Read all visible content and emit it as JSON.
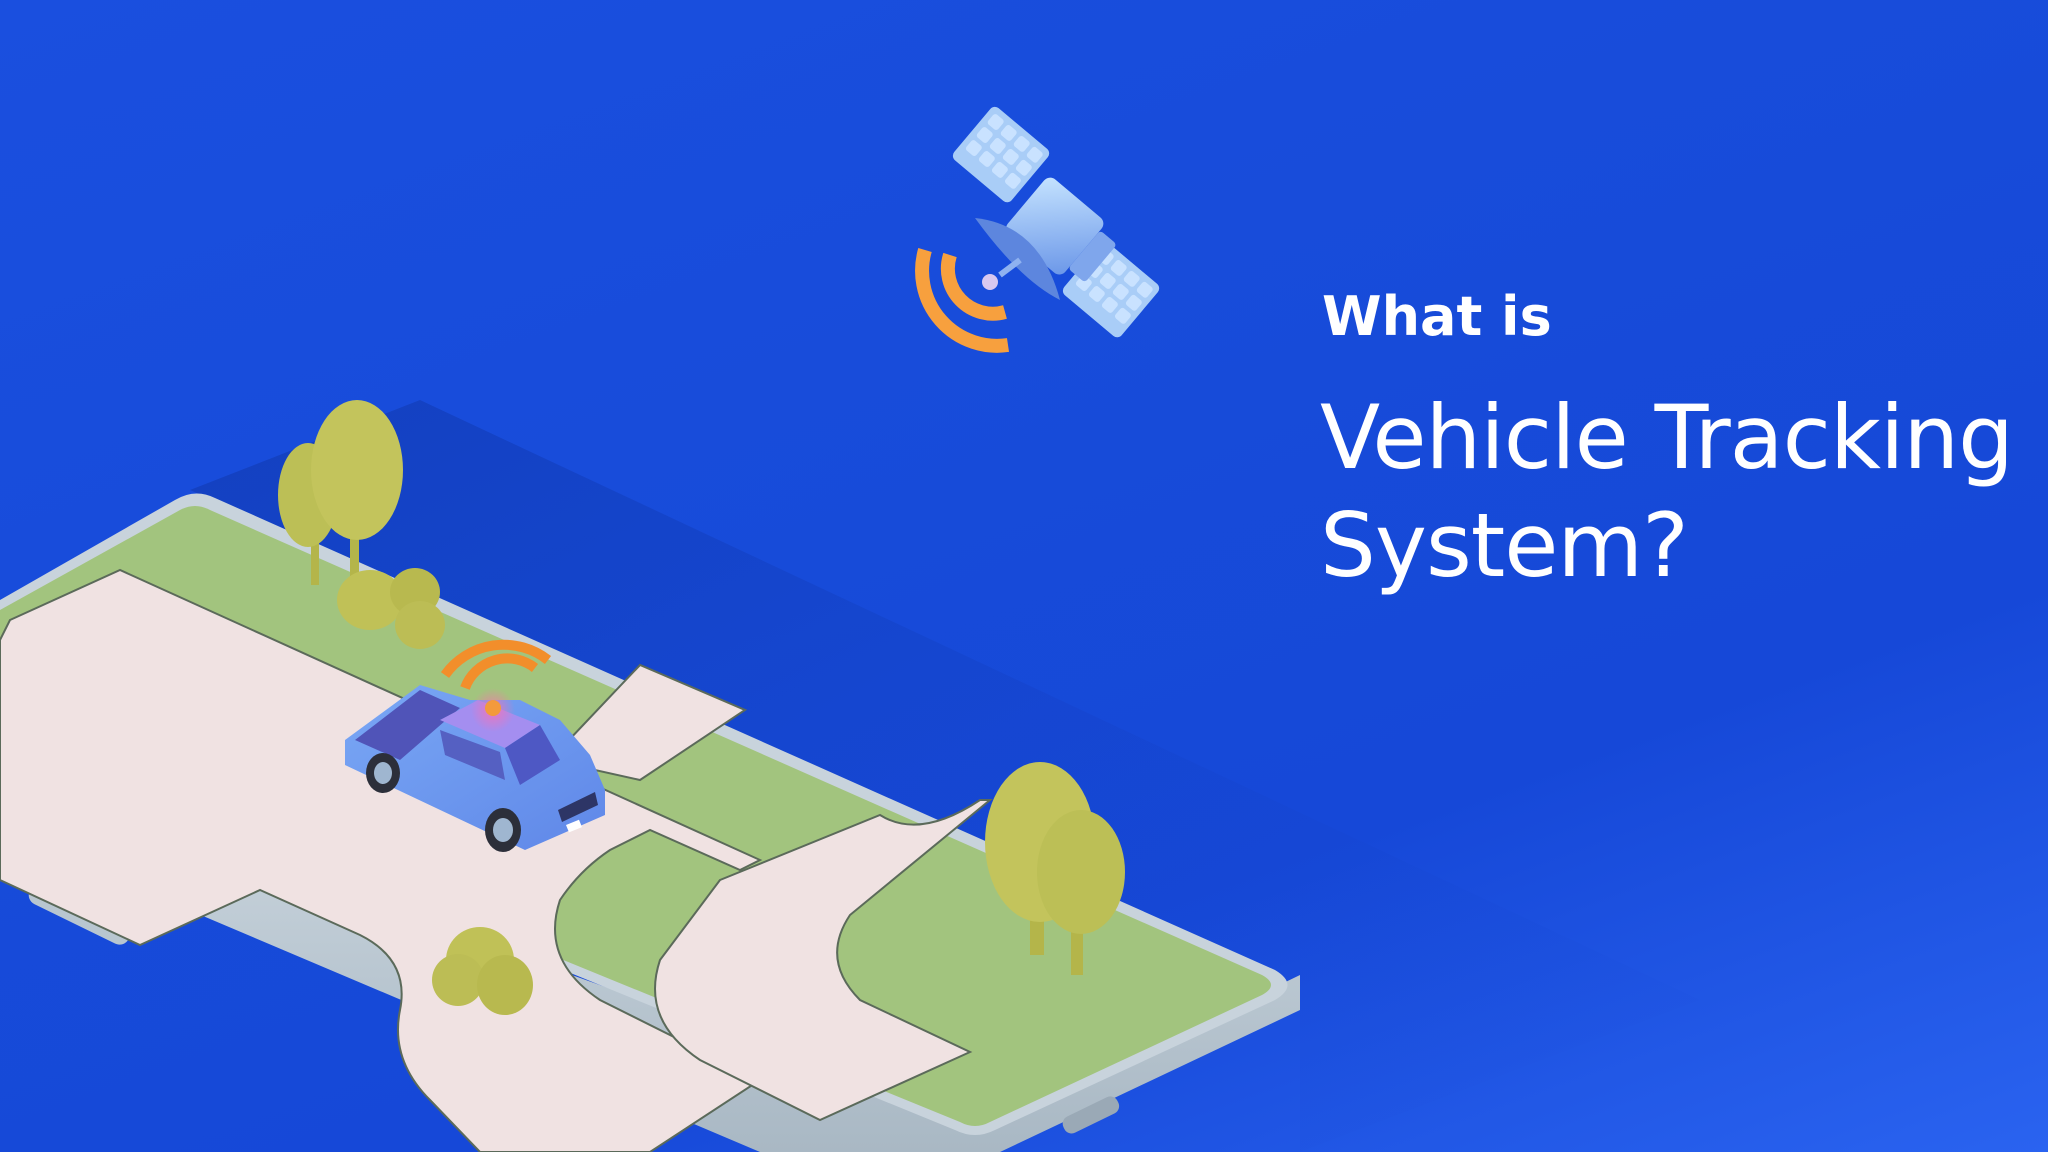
{
  "hero": {
    "kicker": "What is",
    "title_line1": "Vehicle Tracking",
    "title_line2": "System?"
  },
  "illustration": {
    "icons": [
      "satellite-icon",
      "signal-waves-icon",
      "pickup-truck-icon",
      "tree-icon",
      "bush-icon",
      "smartphone-icon"
    ],
    "description": "Isometric smartphone with map of roads, trees, and a tracked pickup truck emitting a signal to a satellite"
  },
  "colors": {
    "background": "#1a4fdf",
    "text": "#ffffff",
    "signal_orange": "#f39a3c",
    "grass": "#a2c47e",
    "road": "#f0e2e2",
    "phone_frame": "#c3cfd8",
    "truck_blue": "#6e9df0",
    "foliage": "#c1c457",
    "satellite_blue": "#9fc3f5"
  }
}
